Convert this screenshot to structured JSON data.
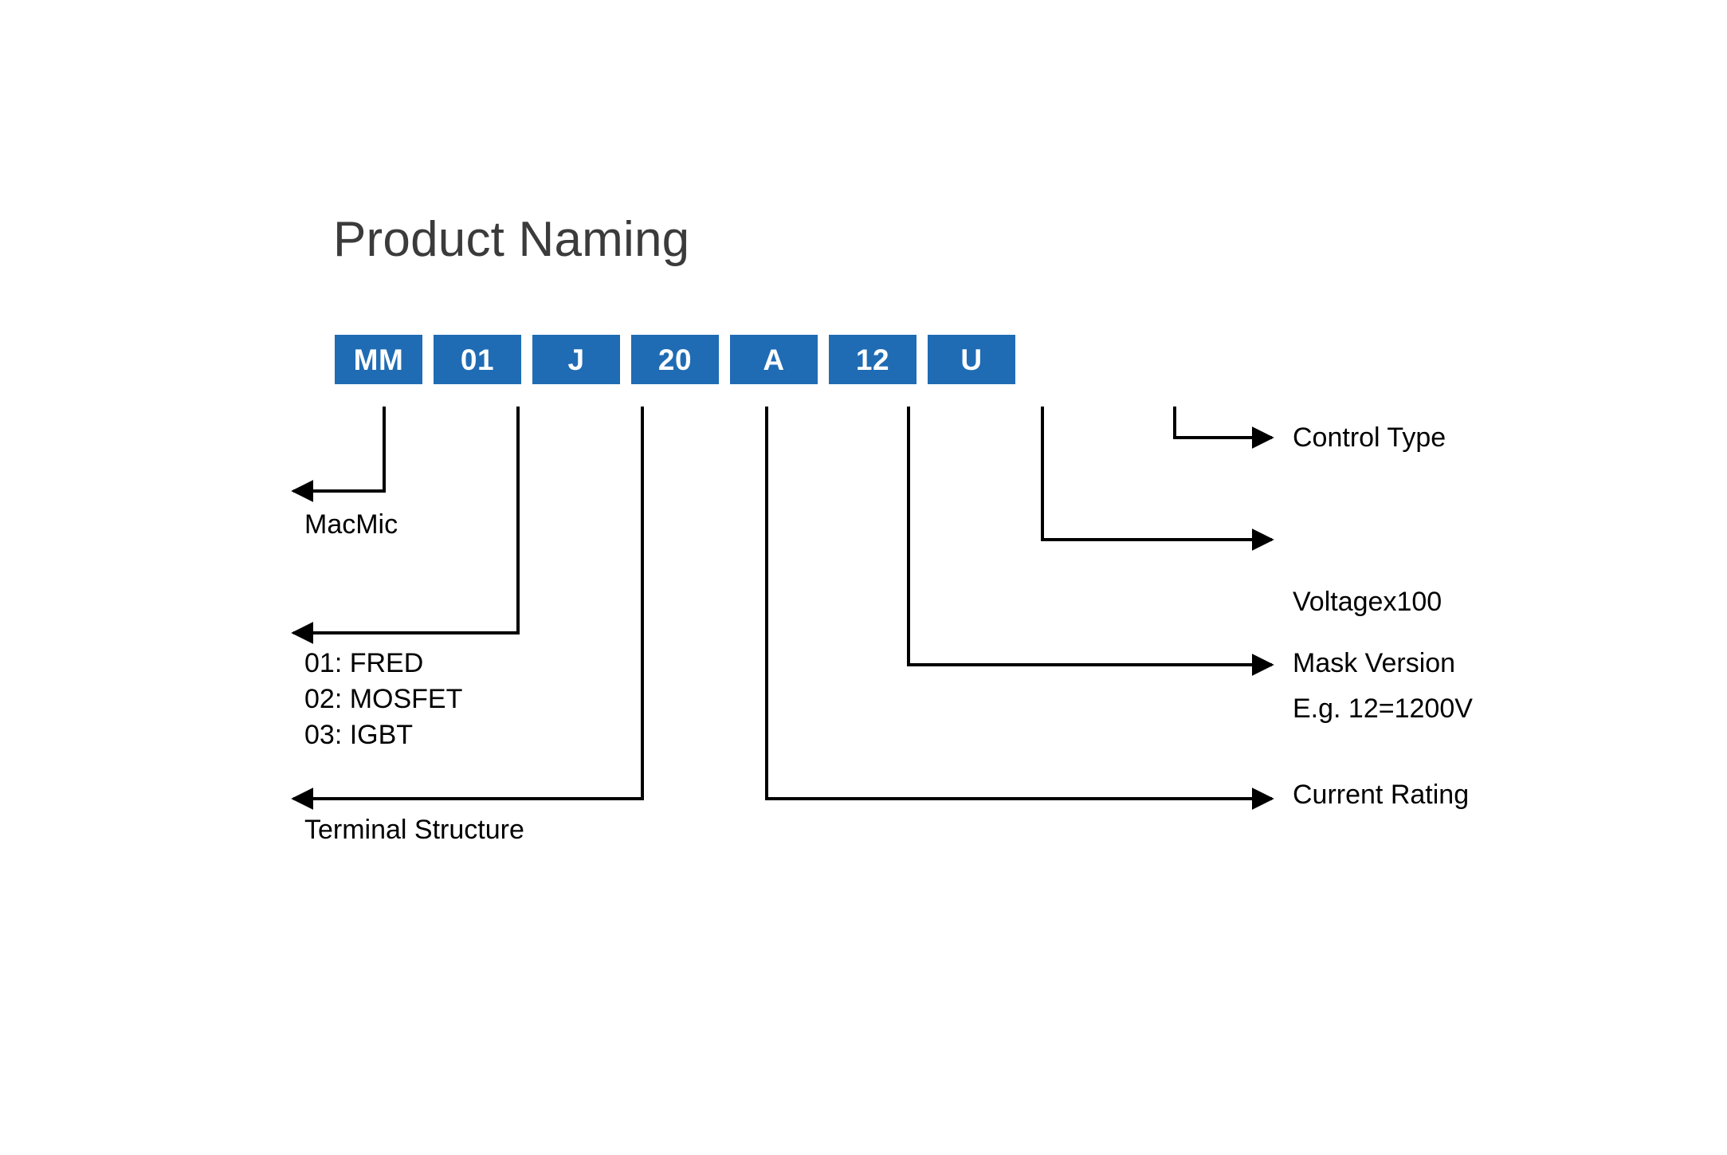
{
  "page": {
    "title": "Product Naming",
    "background_color": "#ffffff",
    "accent_color": "#1f6cb4",
    "text_color": "#000000"
  },
  "code_boxes": [
    {
      "value": "MM",
      "name": "code-box-mm"
    },
    {
      "value": "01",
      "name": "code-box-01"
    },
    {
      "value": "J",
      "name": "code-box-j"
    },
    {
      "value": "20",
      "name": "code-box-20"
    },
    {
      "value": "A",
      "name": "code-box-a"
    },
    {
      "value": "12",
      "name": "code-box-12"
    },
    {
      "value": "U",
      "name": "code-box-u"
    }
  ],
  "labels": {
    "macmic": "MacMic",
    "product_types": "01: FRED\n02: MOSFET\n03: IGBT",
    "terminal_structure": "Terminal Structure",
    "control_type": "Control Type",
    "voltage_line1": "Voltagex100",
    "voltage_line2": "E.g. 12=1200V",
    "mask_version": "Mask Version",
    "current_rating": "Current Rating"
  },
  "legend": {
    "items": [
      {
        "code": "MM",
        "meaning": "MacMic"
      },
      {
        "code": "01",
        "meaning": "01: FRED / 02: MOSFET / 03: IGBT"
      },
      {
        "code": "J",
        "meaning": "Terminal Structure"
      },
      {
        "code": "20",
        "meaning": "Current Rating"
      },
      {
        "code": "A",
        "meaning": "Mask Version"
      },
      {
        "code": "12",
        "meaning": "Voltagex100  E.g. 12=1200V"
      },
      {
        "code": "U",
        "meaning": "Control Type"
      }
    ]
  }
}
